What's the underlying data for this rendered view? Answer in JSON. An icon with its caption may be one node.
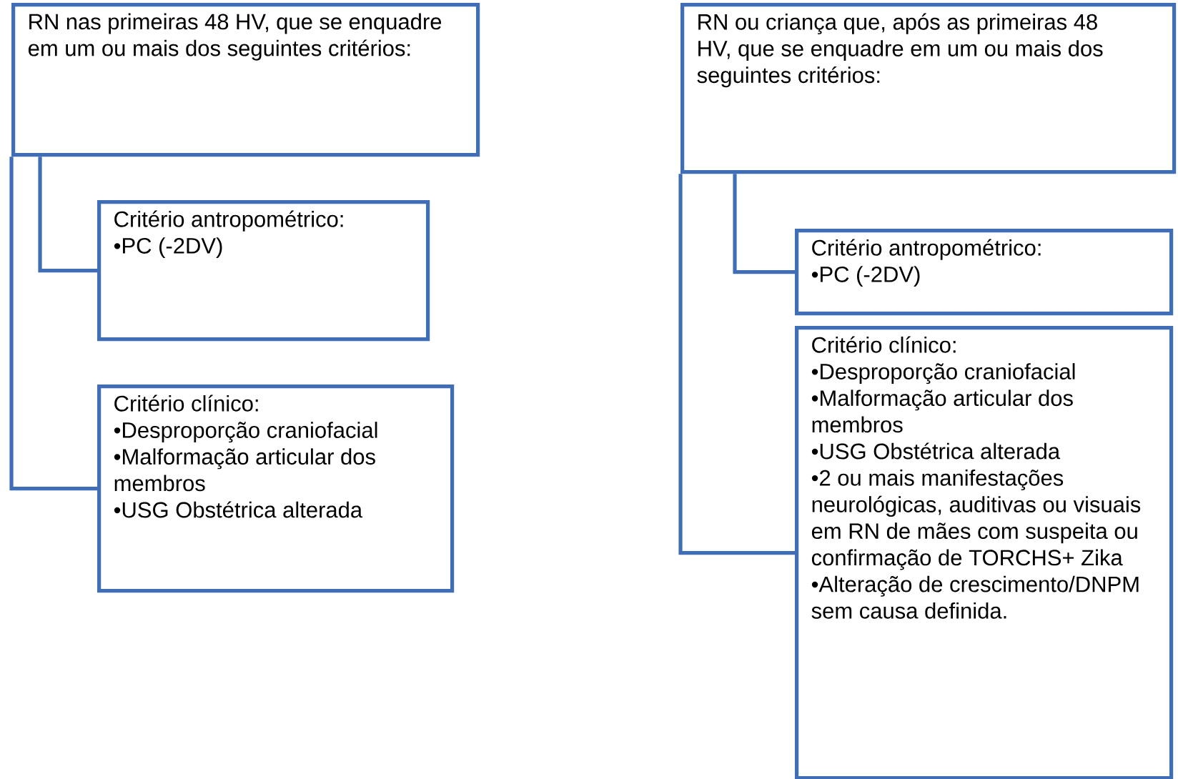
{
  "diagram": {
    "nodes": [
      {
        "text": [
          "RN nas primeiras 48 HV, que se enquadre em um ou mais dos seguintes critérios:"
        ]
      },
      {
        "text": [
          "Critério antropométrico:",
          "•PC (-2DV)"
        ]
      },
      {
        "text": [
          "Critério clínico:",
          "•Desproporção craniofacial",
          "•Malformação articular dos membros",
          "•USG Obstétrica alterada"
        ]
      },
      {
        "text": [
          "RN ou criança que, após as primeiras 48 HV, que se enquadre em um ou mais dos seguintes critérios:"
        ]
      },
      {
        "text": [
          "Critério antropométrico:",
          "•PC (-2DV)"
        ]
      },
      {
        "text": [
          "Critério clínico:",
          "•Desproporção craniofacial",
          "•Malformação articular dos membros",
          "•USG Obstétrica alterada",
          "•2 ou mais manifestações neurológicas, auditivas ou visuais em RN de mães com suspeita ou confirmação de TORCHS+ Zika",
          "•Alteração de crescimento/DNPM sem causa definida."
        ]
      }
    ],
    "edges": [
      {
        "from": 0,
        "to": 1,
        "arrow": "none"
      },
      {
        "from": 0,
        "to": 2,
        "arrow": "none"
      },
      {
        "from": 3,
        "to": 4,
        "arrow": "none"
      },
      {
        "from": 3,
        "to": 5,
        "arrow": "none"
      }
    ]
  }
}
